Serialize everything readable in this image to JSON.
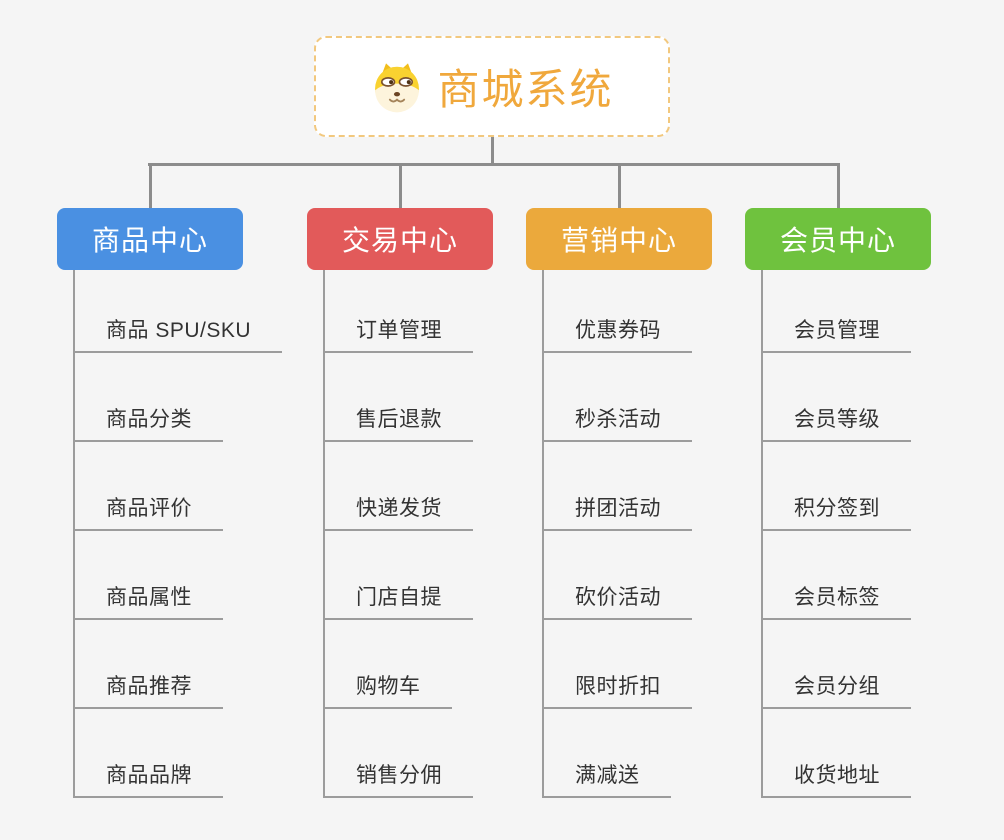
{
  "root": {
    "title": "商城系统",
    "icon": "dog-face-icon"
  },
  "branches": [
    {
      "id": "product-center",
      "label": "商品中心",
      "color": "#4A90E2",
      "items": [
        "商品 SPU/SKU",
        "商品分类",
        "商品评价",
        "商品属性",
        "商品推荐",
        "商品品牌"
      ]
    },
    {
      "id": "trade-center",
      "label": "交易中心",
      "color": "#E25A5A",
      "items": [
        "订单管理",
        "售后退款",
        "快递发货",
        "门店自提",
        "购物车",
        "销售分佣"
      ]
    },
    {
      "id": "marketing-center",
      "label": "营销中心",
      "color": "#EBA93C",
      "items": [
        "优惠券码",
        "秒杀活动",
        "拼团活动",
        "砍价活动",
        "限时折扣",
        "满减送"
      ]
    },
    {
      "id": "member-center",
      "label": "会员中心",
      "color": "#6FC23E",
      "items": [
        "会员管理",
        "会员等级",
        "积分签到",
        "会员标签",
        "会员分组",
        "收货地址"
      ]
    }
  ],
  "colors": {
    "background": "#F5F5F5",
    "root_accent": "#F0A83C",
    "root_border": "#F2C87E",
    "connector": "#8C8C8C",
    "branch_line": "#9C9C9C",
    "item_text": "#333333",
    "header_text": "#FFFFFF"
  }
}
